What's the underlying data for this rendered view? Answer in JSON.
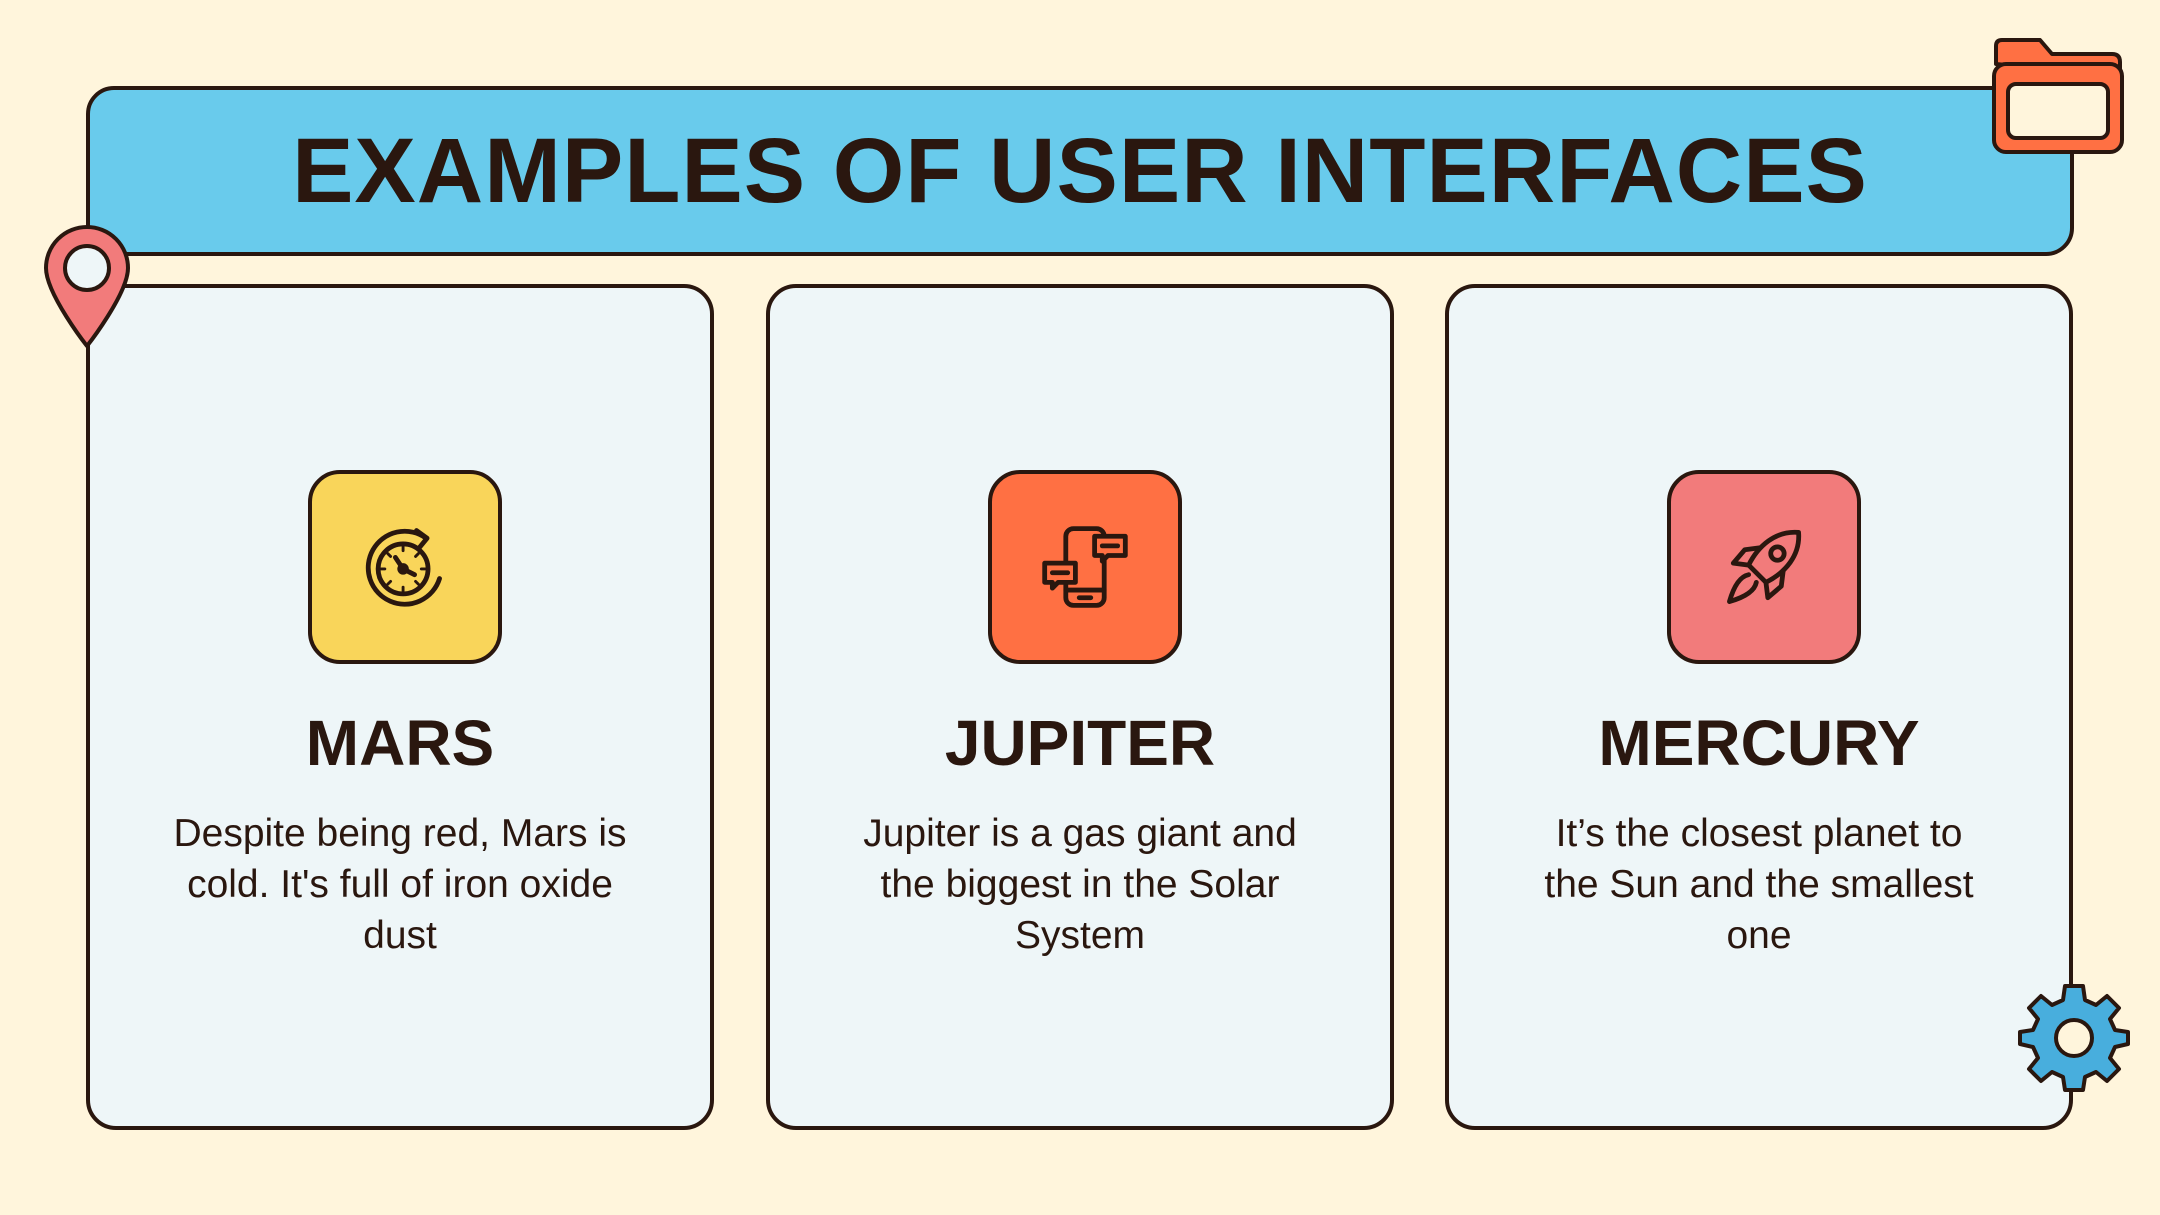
{
  "slide": {
    "title": "EXAMPLES OF USER INTERFACES"
  },
  "colors": {
    "background": "#fff5dc",
    "banner": "#69cbec",
    "card": "#eef6f8",
    "outline": "#2a170f",
    "yellow": "#f9d55a",
    "orange": "#ff7043",
    "pink": "#f27b7b",
    "blue": "#48aedd"
  },
  "cards": [
    {
      "title": "MARS",
      "text": "Despite being red, Mars is cold. It's full of iron oxide dust",
      "icon": "clock-refresh-icon",
      "color": "#f9d55a"
    },
    {
      "title": "JUPITER",
      "text": "Jupiter is a gas giant and the biggest in the Solar System",
      "icon": "phone-chat-icon",
      "color": "#ff7043"
    },
    {
      "title": "MERCURY",
      "text": "It’s the closest planet to the Sun and the smallest one",
      "icon": "rocket-icon",
      "color": "#f27b7b"
    }
  ],
  "decorations": [
    "folder-icon",
    "map-pin-icon",
    "gear-icon"
  ]
}
